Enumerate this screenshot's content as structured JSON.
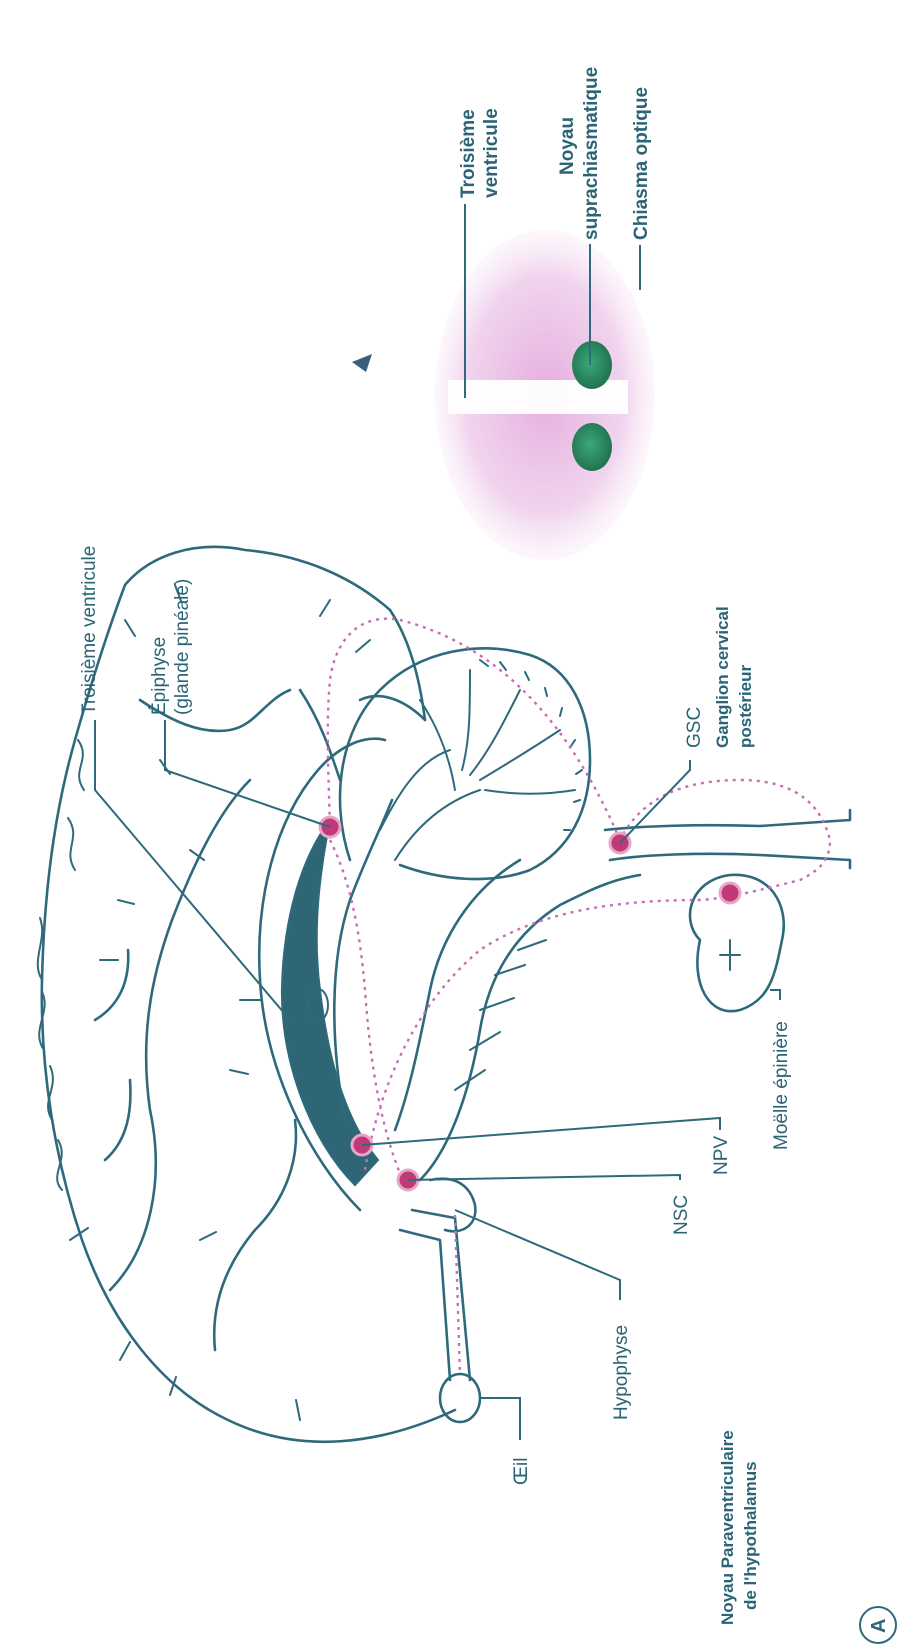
{
  "panel_letter": "A",
  "main_labels": {
    "troisieme_ventricule": "Troisième ventricule",
    "epiphyse": "Épiphyse",
    "glande_pineale": "(glande pinéale)",
    "gsc": "GSC",
    "ganglion_line1": "Ganglion cervical",
    "ganglion_line2": "postérieur",
    "oeil": "Œil",
    "hypophyse": "Hypophyse",
    "nsc": "NSC",
    "npv": "NPV",
    "moelle_epiniere": "Moëlle épinière",
    "noyau_pv_line1": "Noyau Paraventriculaire",
    "noyau_pv_line2": "de l'hypothalamus"
  },
  "inset_labels": {
    "troisieme_line1": "Troisième",
    "troisieme_line2": "ventricule",
    "noyau_line1": "Noyau",
    "noyau_line2": "suprachiasmatique",
    "chiasma": "Chiasma optique"
  },
  "colors": {
    "outline": "#2e6a7c",
    "ventricle_fill": "#2f6675",
    "pathway_dots": "#c86fb4",
    "nucleus_marker": "#c03a78",
    "inset_tissue": "#e7b6e0",
    "inset_scn": "#2f8f62"
  }
}
